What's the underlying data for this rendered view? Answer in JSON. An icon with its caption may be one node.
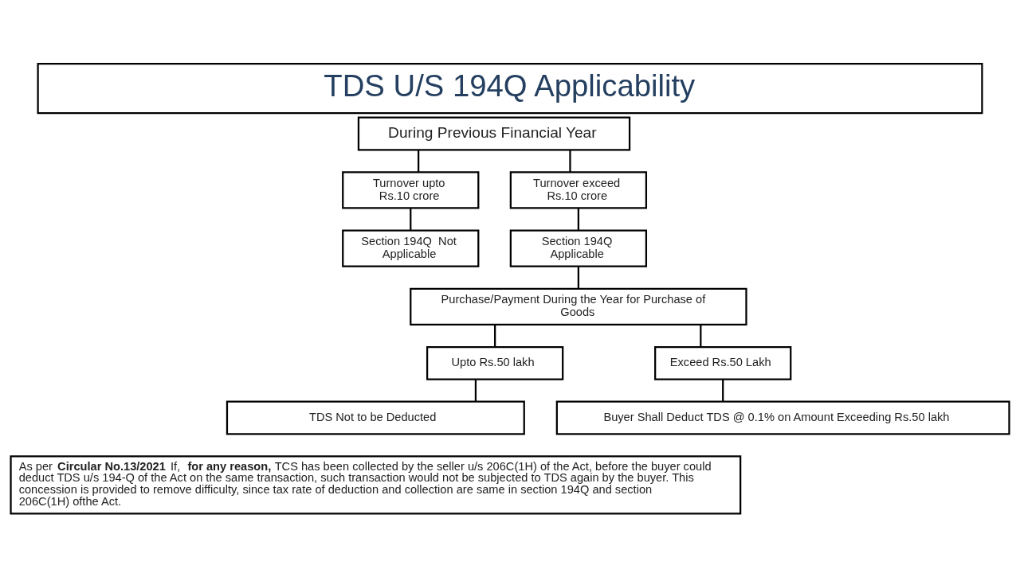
{
  "diagram": {
    "title": "TDS U/S 194Q Applicability",
    "nodes": [
      {
        "text": [
          "During Previous Financial Year"
        ]
      },
      {
        "text": [
          "Turnover upto Rs.10 crore"
        ]
      },
      {
        "text": [
          "Turnover exceed Rs.10 crore"
        ]
      },
      {
        "text": [
          "Section 194Q  Not Applicable"
        ]
      },
      {
        "text": [
          "Section 194Q Applicable"
        ]
      },
      {
        "text": [
          "Purchase/Payment During the Year for Purchase of Goods"
        ]
      },
      {
        "text": [
          "Upto Rs.50 lakh"
        ]
      },
      {
        "text": [
          "Exceed Rs.50 Lakh"
        ]
      },
      {
        "text": [
          "TDS Not to be Deducted"
        ]
      },
      {
        "text": [
          "Buyer Shall Deduct TDS @ 0.1% on Amount Exceeding Rs.50 lakh"
        ]
      },
      {
        "text": [
          "As per **Circular No.13/2021** If, **for any reason,** TCS has been collected by the seller u/s 206C(1H) of the Act, before the buyer could deduct TDS u/s 194-Q of the Act on the same transaction, such transaction would not be subjected to TDS again by the buyer. This concession is provided to remove difficulty, since tax rate of deduction and collection are same in section 194Q and section 206C(1H) ofthe Act."
        ]
      }
    ],
    "edges": [
      {
        "from": 0,
        "to": 1,
        "arrow": "none"
      },
      {
        "from": 0,
        "to": 2,
        "arrow": "none"
      },
      {
        "from": 1,
        "to": 3,
        "arrow": "none"
      },
      {
        "from": 2,
        "to": 4,
        "arrow": "none"
      },
      {
        "from": 4,
        "to": 5,
        "arrow": "none"
      },
      {
        "from": 5,
        "to": 6,
        "arrow": "none"
      },
      {
        "from": 5,
        "to": 7,
        "arrow": "none"
      },
      {
        "from": 6,
        "to": 8,
        "arrow": "none"
      },
      {
        "from": 7,
        "to": 9,
        "arrow": "none"
      }
    ]
  }
}
